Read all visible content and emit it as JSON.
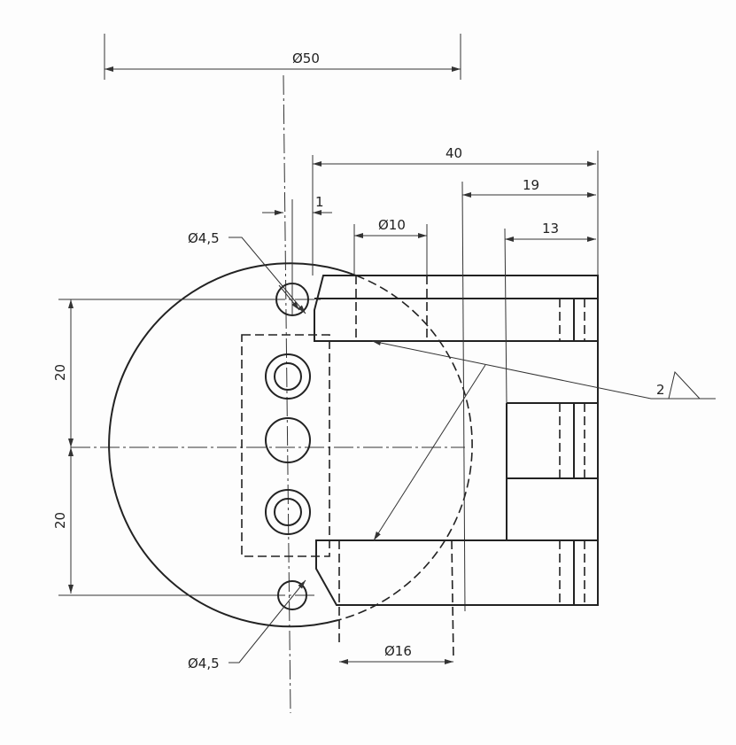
{
  "drawing": {
    "dimensions": {
      "outer_diameter": "Ø50",
      "overall_length": "40",
      "length_19": "19",
      "length_13": "13",
      "bore_upper": "Ø10",
      "bore_lower": "Ø16",
      "offset": "1",
      "hole_upper": "Ø4,5",
      "hole_lower": "Ø4,5",
      "spacing_upper": "20",
      "spacing_lower": "20"
    },
    "surface_note": "2"
  }
}
